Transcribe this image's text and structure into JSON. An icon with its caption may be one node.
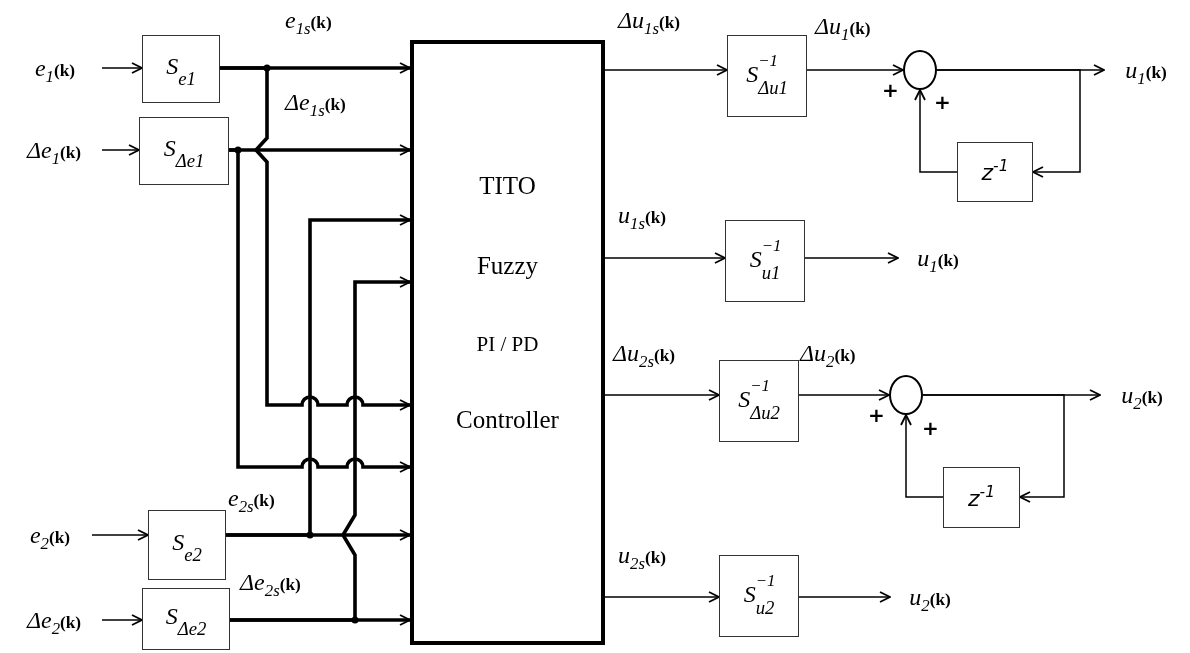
{
  "diagram": {
    "nodes": [
      {
        "text": [
          "e$_{1}$**(k)**"
        ]
      },
      {
        "text": [
          "S$_{e1}$"
        ]
      },
      {
        "text": [
          "Δe$_{1}$**(k)**"
        ]
      },
      {
        "text": [
          "S$_{Δe1}$"
        ]
      },
      {
        "text": [
          "e$_{2}$**(k)**"
        ]
      },
      {
        "text": [
          "S$_{e2}$"
        ]
      },
      {
        "text": [
          "Δe$_{2}$**(k)**"
        ]
      },
      {
        "text": [
          "S$_{Δe2}$"
        ]
      },
      {
        "text": [
          "TITO",
          "Fuzzy",
          "PI / PD",
          "Controller"
        ]
      },
      {
        "text": [
          "S$^{−1}$$_{Δu1}$"
        ]
      },
      {
        "text": [],
        "shape": "circle"
      },
      {
        "text": [
          "u$_{1}$**(k)**"
        ]
      },
      {
        "text": [
          "z$^{-1}$"
        ]
      },
      {
        "text": [
          "S$^{−1}$$_{u1}$"
        ]
      },
      {
        "text": [
          "u$_{1}$**(k)**"
        ]
      },
      {
        "text": [
          "S$^{−1}$$_{Δu2}$"
        ]
      },
      {
        "text": [],
        "shape": "circle"
      },
      {
        "text": [
          "u$_{2}$**(k)**"
        ]
      },
      {
        "text": [
          "z$^{-1}$"
        ]
      },
      {
        "text": [
          "S$^{−1}$$_{u2}$"
        ]
      },
      {
        "text": [
          "u$_{2}$**(k)**"
        ]
      }
    ],
    "edges": [
      {
        "from": 0,
        "to": 1,
        "arrow": "to"
      },
      {
        "from": 2,
        "to": 3,
        "arrow": "to"
      },
      {
        "from": 4,
        "to": 5,
        "arrow": "to"
      },
      {
        "from": 6,
        "to": 7,
        "arrow": "to"
      },
      {
        "from": 1,
        "to": 8,
        "arrow": "to",
        "label": "e$_{1s}$**(k)**",
        "style": "thick"
      },
      {
        "from": 3,
        "to": 8,
        "arrow": "to",
        "label": "Δe$_{1s}$**(k)**",
        "style": "thick"
      },
      {
        "from": 5,
        "to": 8,
        "arrow": "to",
        "style": "thick"
      },
      {
        "from": 7,
        "to": 8,
        "arrow": "to",
        "style": "thick"
      },
      {
        "from": 1,
        "to": 8,
        "arrow": "to",
        "style": "thick"
      },
      {
        "from": 3,
        "to": 8,
        "arrow": "to",
        "style": "thick"
      },
      {
        "from": 5,
        "to": 8,
        "arrow": "to",
        "label": "e$_{2s}$**(k)**",
        "style": "thick"
      },
      {
        "from": 7,
        "to": 8,
        "arrow": "to",
        "label": "Δe$_{2s}$**(k)**",
        "style": "thick"
      },
      {
        "from": 8,
        "to": 9,
        "arrow": "to",
        "label": "Δu$_{1s}$**(k)**"
      },
      {
        "from": 9,
        "to": 10,
        "arrow": "to",
        "label": "Δu$_{1}$**(k)**"
      },
      {
        "from": 10,
        "to": 11,
        "arrow": "to"
      },
      {
        "from": 10,
        "to": 12,
        "arrow": "to"
      },
      {
        "from": 12,
        "to": 10,
        "arrow": "to"
      },
      {
        "from": 8,
        "to": 13,
        "arrow": "to",
        "label": "u$_{1s}$**(k)**"
      },
      {
        "from": 13,
        "to": 14,
        "arrow": "to"
      },
      {
        "from": 8,
        "to": 15,
        "arrow": "to",
        "label": "Δu$_{2s}$**(k)**"
      },
      {
        "from": 15,
        "to": 16,
        "arrow": "to",
        "label": "Δu$_{2}$**(k)**"
      },
      {
        "from": 16,
        "to": 17,
        "arrow": "to"
      },
      {
        "from": 16,
        "to": 18,
        "arrow": "to"
      },
      {
        "from": 18,
        "to": 16,
        "arrow": "to"
      },
      {
        "from": 8,
        "to": 19,
        "arrow": "to",
        "label": "u$_{2s}$**(k)**"
      },
      {
        "from": 19,
        "to": 20,
        "arrow": "to"
      }
    ],
    "labels": [
      "+",
      "+",
      "+",
      "+"
    ]
  }
}
